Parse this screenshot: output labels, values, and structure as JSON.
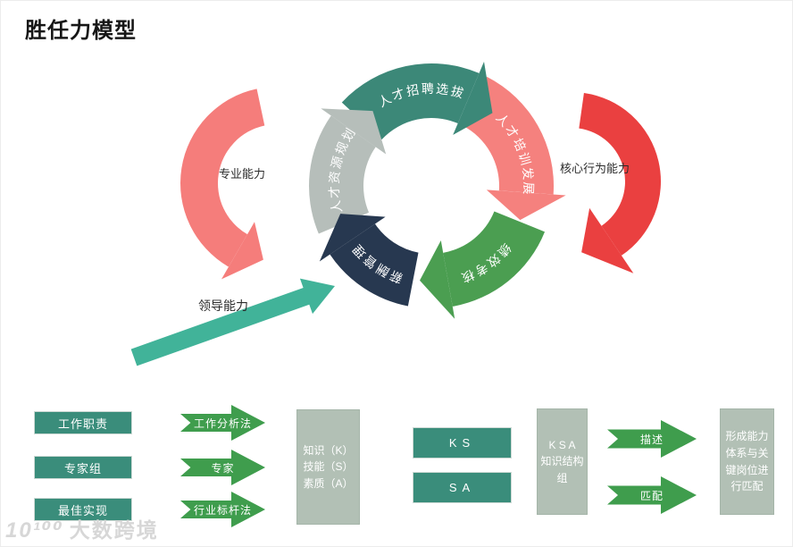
{
  "title": "胜任力模型",
  "cycle": {
    "segments": [
      {
        "label": "人才招聘选拔",
        "color": "#3C8878"
      },
      {
        "label": "人才培训发展",
        "color": "#F5817E"
      },
      {
        "label": "绩效考核",
        "color": "#4B9E51"
      },
      {
        "label": "薪酬管理",
        "color": "#273850"
      },
      {
        "label": "人才资源规划",
        "color": "#B6BEBA"
      }
    ]
  },
  "side_labels": {
    "left": "专业能力",
    "right": "核心行为能力",
    "bottom": "领导能力"
  },
  "big_arrows": {
    "left_color": "#F57D7B",
    "right_color": "#EA4040",
    "diagonal_color": "#41B399"
  },
  "flow_left": {
    "boxes": [
      "工作职责",
      "专家组",
      "最佳实现"
    ],
    "arrows": [
      "工作分析法",
      "专家",
      "行业标杆法"
    ],
    "result": "知识（K）\n技能（S）\n素质（A）"
  },
  "flow_right": {
    "boxes": [
      "KS",
      "SA"
    ],
    "group": "K S A\n知识结构\n组",
    "arrows": [
      "描述",
      "匹配"
    ],
    "result": "形成能力体系与关键岗位进行匹配"
  },
  "watermark": {
    "logo": "10¹⁰⁰",
    "text": "大数跨境"
  },
  "colors": {
    "flow_box_teal": "#3A8D7B",
    "flow_arrow_green": "#3F9D4D",
    "flow_box_gray": "#B2C0B5"
  }
}
